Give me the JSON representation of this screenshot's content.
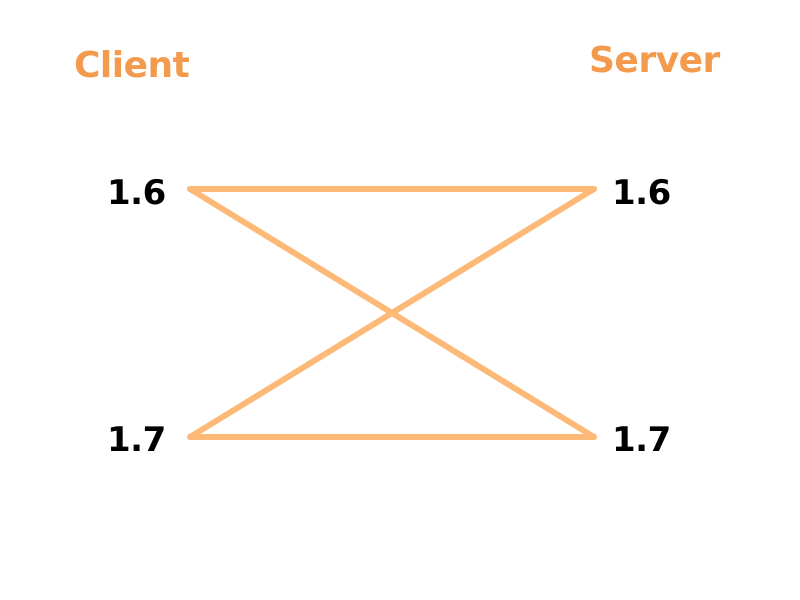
{
  "diagram": {
    "client_header": "Client",
    "server_header": "Server",
    "client_versions": [
      "1.6",
      "1.7"
    ],
    "server_versions": [
      "1.6",
      "1.7"
    ],
    "connections": [
      {
        "from": "client.1.6",
        "to": "server.1.6"
      },
      {
        "from": "client.1.6",
        "to": "server.1.7"
      },
      {
        "from": "client.1.7",
        "to": "server.1.6"
      },
      {
        "from": "client.1.7",
        "to": "server.1.7"
      }
    ]
  },
  "colors": {
    "header": "#f39a4d",
    "line": "#fdb978",
    "text": "#000000"
  }
}
